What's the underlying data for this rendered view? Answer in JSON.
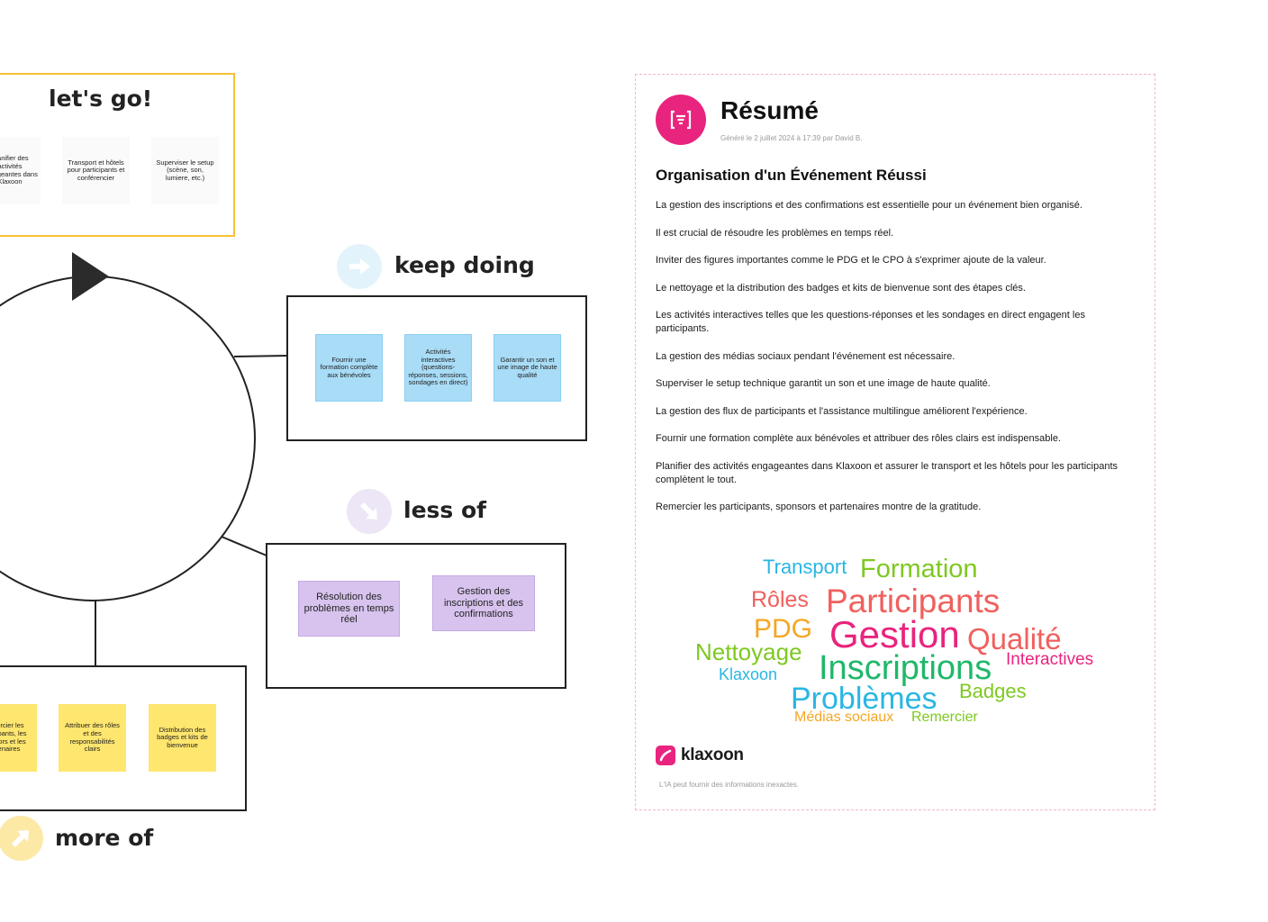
{
  "board": {
    "lets_go": {
      "title": "let's go!",
      "stickies": [
        "Planifier des activités engageantes dans Klaxoon",
        "Transport et hôtels pour participants et conférencier",
        "Superviser le setup (scène, son, lumiere, etc.)"
      ]
    },
    "keep_doing": {
      "title": "keep doing",
      "stickies": [
        "Fournir une formation complète aux bénévoles",
        "Activités interactives (questions-réponses, sessions, sondages en direct)",
        "Garantir un son et une image de haute qualité"
      ]
    },
    "less_of": {
      "title": "less of",
      "stickies": [
        "Résolution des problèmes en temps réel",
        "Gestion des inscriptions et des confirmations"
      ]
    },
    "more_of": {
      "title": "more of",
      "stickies": [
        "Remercier les participants, les sponsors et les partenaires",
        "Attribuer des rôles et des responsabilités clairs",
        "Distribution des badges et kits de bienvenue"
      ]
    }
  },
  "summary": {
    "title": "Résumé",
    "generated": "Généré le 2 juillet 2024 à 17:39 par David B.",
    "heading": "Organisation d'un Événement Réussi",
    "points": [
      "La gestion des inscriptions et des confirmations est essentielle pour un événement bien organisé.",
      "Il est crucial de résoudre les problèmes en temps réel.",
      "Inviter des figures importantes comme le PDG et le CPO à s'exprimer ajoute de la valeur.",
      "Le nettoyage et la distribution des badges et kits de bienvenue sont des étapes clés.",
      "Les activités interactives telles que les questions-réponses et les sondages en direct engagent les participants.",
      "La gestion des médias sociaux pendant l'événement est nécessaire.",
      "Superviser le setup technique garantit un son et une image de haute qualité.",
      "La gestion des flux de participants et l'assistance multilingue améliorent l'expérience.",
      "Fournir une formation complète aux bénévoles et attribuer des rôles clairs est indispensable.",
      "Planifier des activités engageantes dans Klaxoon et assurer le transport et les hôtels pour les participants complètent le tout.",
      "Remercier les participants, sponsors et partenaires montre de la gratitude."
    ],
    "word_cloud": [
      {
        "word": "Transport",
        "color": "#29b6e3"
      },
      {
        "word": "Formation",
        "color": "#7ec820"
      },
      {
        "word": "Rôles",
        "color": "#f0605e"
      },
      {
        "word": "Participants",
        "color": "#f0605e"
      },
      {
        "word": "PDG",
        "color": "#f6a623"
      },
      {
        "word": "Gestion",
        "color": "#e9247e"
      },
      {
        "word": "Qualité",
        "color": "#f0605e"
      },
      {
        "word": "Nettoyage",
        "color": "#7ec820"
      },
      {
        "word": "Interactives",
        "color": "#e9247e"
      },
      {
        "word": "Klaxoon",
        "color": "#29b6e3"
      },
      {
        "word": "Inscriptions",
        "color": "#1fb86a"
      },
      {
        "word": "Problèmes",
        "color": "#29b6e3"
      },
      {
        "word": "Badges",
        "color": "#7ec820"
      },
      {
        "word": "Médias sociaux",
        "color": "#f6a623"
      },
      {
        "word": "Remercier",
        "color": "#7ec820"
      }
    ],
    "brand": "klaxoon",
    "disclaimer": "L'IA peut fournir des informations inexactes."
  },
  "colors": {
    "frame_yellow": "#f7c035",
    "brand_pink": "#e9247e",
    "sticky_blue": "#a8dcf7",
    "sticky_purple": "#d7c3ee",
    "sticky_yellow": "#ffe66e"
  },
  "icons": {
    "keep_doing": "arrow-right-icon",
    "less_of": "arrow-down-right-icon",
    "more_of": "arrow-up-right-icon",
    "summary": "summary-list-icon",
    "play": "play-triangle-icon"
  }
}
